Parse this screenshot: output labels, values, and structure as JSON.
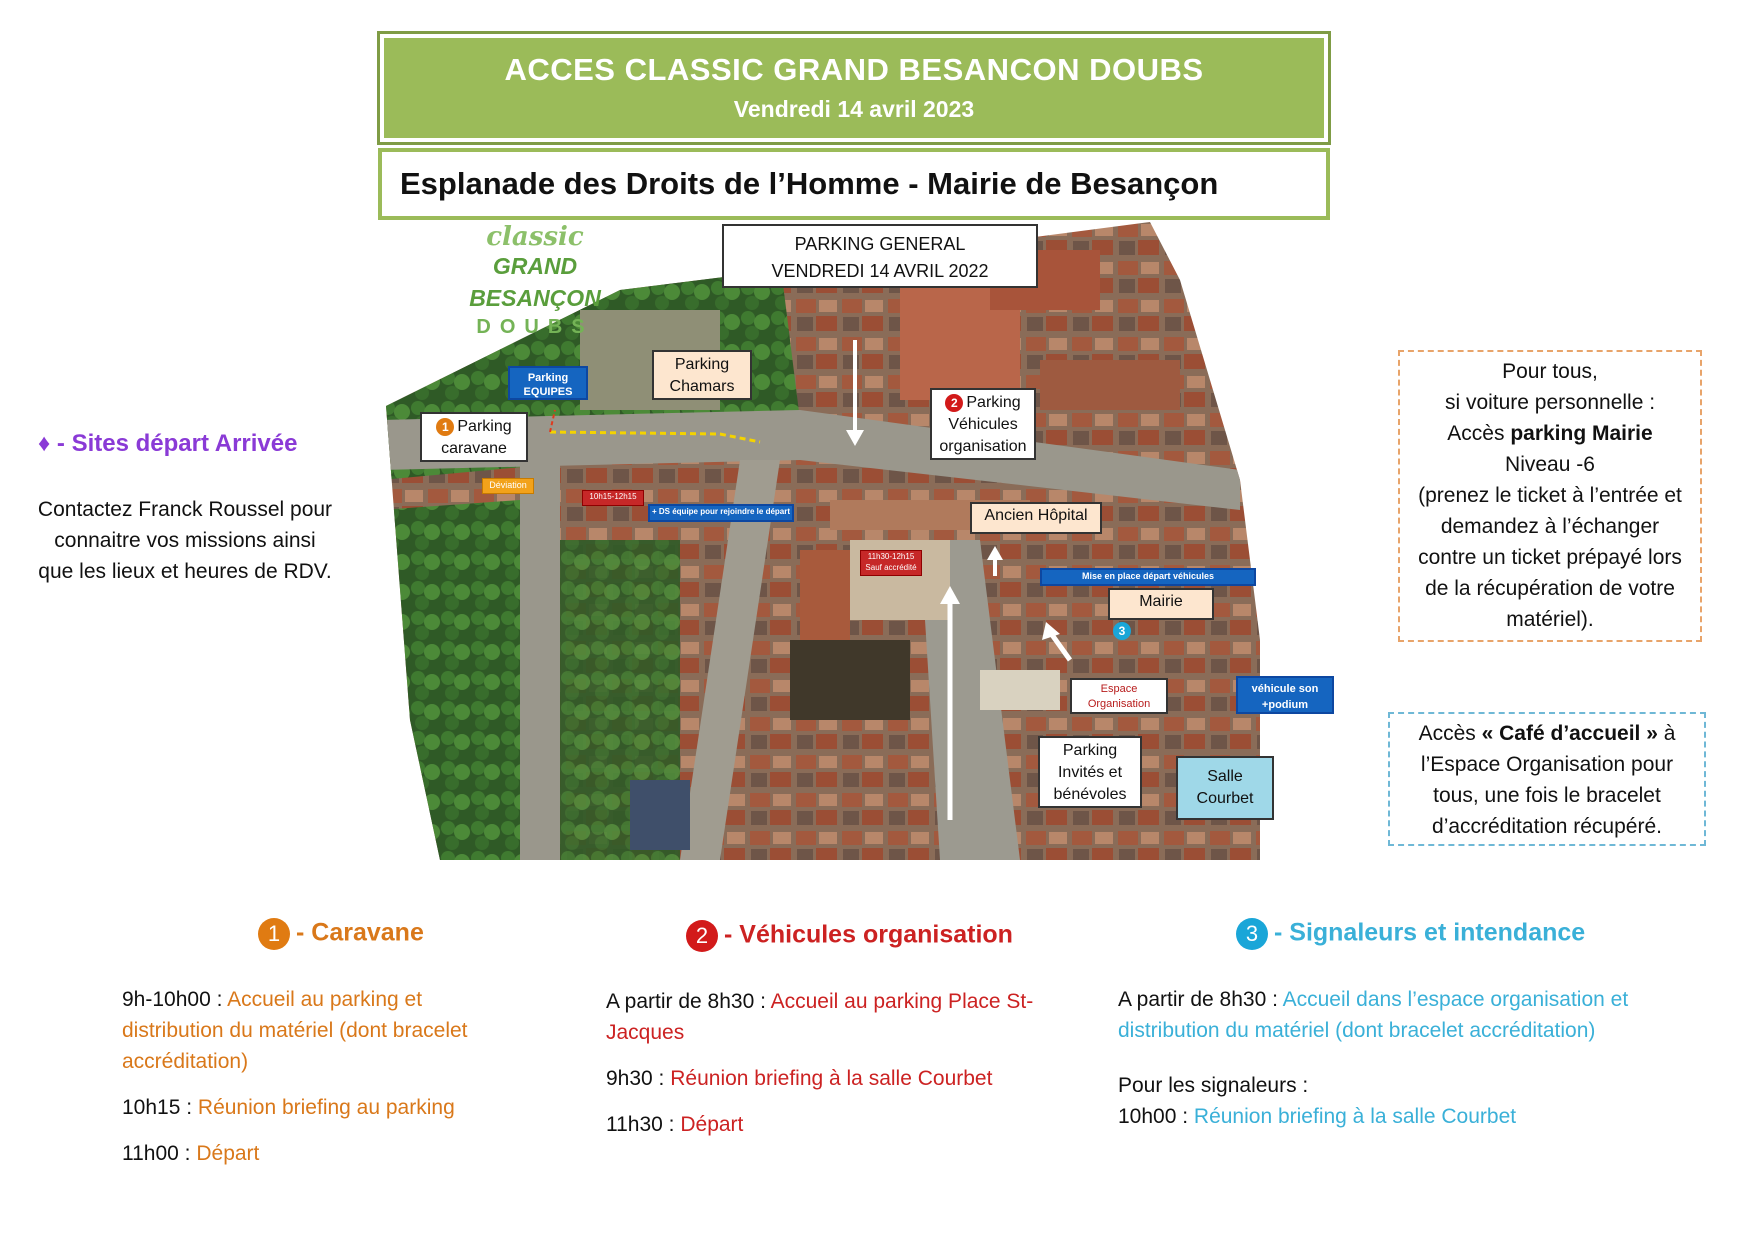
{
  "header": {
    "title": "ACCES CLASSIC GRAND BESANCON DOUBS",
    "subtitle": "Vendredi 14 avril 2023"
  },
  "venue": "Esplanade des Droits de l’Homme - Mairie de Besançon",
  "logo": {
    "line1": "classic",
    "line2": "GRAND BESANÇON",
    "line3": "DOUBS"
  },
  "map": {
    "parking_general_line1": "PARKING GENERAL",
    "parking_general_line2": "VENDREDI 14 AVRIL 2022",
    "labels": {
      "parking_equipes": "Parking EQUIPES",
      "parking_chamars_1": "Parking",
      "parking_chamars_2": "Chamars",
      "parking_caravane_1": "Parking",
      "parking_caravane_2": "caravane",
      "parking_vehicules_1": "Parking",
      "parking_vehicules_2": "Véhicules",
      "parking_vehicules_3": "organisation",
      "ancien_hopital": "Ancien Hôpital",
      "mairie": "Mairie",
      "espace_orga_1": "Espace",
      "espace_orga_2": "Organisation",
      "vehicule_son_1": "véhicule son",
      "vehicule_son_2": "+podium",
      "parking_invites_1": "Parking",
      "parking_invites_2": "Invités et",
      "parking_invites_3": "bénévoles",
      "salle_courbet_1": "Salle",
      "salle_courbet_2": "Courbet",
      "deviation": "Déviation",
      "time_a": "10h15-12h15",
      "ds_equipe": "+ DS équipe pour rejoindre le départ",
      "time_b": "11h30-12h15",
      "sauf_accredite": "Sauf accrédité",
      "mise_en_place": "Mise en place départ véhicules"
    }
  },
  "sites": {
    "title": "♦ - Sites départ Arrivée",
    "body_1": "Contactez Franck Roussel pour",
    "body_2": "connaitre vos missions ainsi",
    "body_3": "que les lieux et heures de RDV."
  },
  "box_orange": {
    "l1": "Pour tous,",
    "l2": "si voiture personnelle :",
    "l3a": "Accès ",
    "l3b": "parking Mairie",
    "l4": "Niveau -6",
    "l5": "(prenez le ticket à l’entrée et",
    "l6": "demandez à l’échanger",
    "l7": "contre un ticket prépayé lors",
    "l8": "de la récupération de votre",
    "l9": "matériel)."
  },
  "box_teal": {
    "l1a": "Accès ",
    "l1b": "« Café d’accueil »",
    "l1c": " à",
    "l2": "l’Espace Organisation pour",
    "l3": "tous, une fois le bracelet",
    "l4": "d’accréditation récupéré."
  },
  "caravane": {
    "num": "1",
    "title": "- Caravane",
    "t1": "9h-10h00 : ",
    "d1a": "Accueil au parking et",
    "d1b": "distribution du matériel (dont bracelet",
    "d1c": "accréditation)",
    "t2": "10h15 : ",
    "d2": "Réunion briefing au parking",
    "t3": "11h00 : ",
    "d3": "Départ"
  },
  "vehicules": {
    "num": "2",
    "title": "- Véhicules organisation",
    "t1": "A partir de 8h30 : ",
    "d1a": "Accueil au parking Place St-",
    "d1b": "Jacques",
    "t2": "9h30 : ",
    "d2": "Réunion briefing à la salle Courbet",
    "t3": "11h30 : ",
    "d3": "Départ"
  },
  "signaleurs": {
    "num": "3",
    "title": "- Signaleurs et intendance",
    "t1": "A partir de 8h30 : ",
    "d1a": "Accueil dans l’espace organisation et",
    "d1b": "distribution du matériel (dont bracelet accréditation)",
    "t2": "Pour les signaleurs :",
    "t3": "10h00 : ",
    "d3": "Réunion briefing à la salle Courbet"
  },
  "colors": {
    "header_green": "#9bbb59",
    "orange": "#d9781a",
    "red": "#cc2222",
    "cyan": "#3ab0d8",
    "purple": "#8a3ad6"
  }
}
